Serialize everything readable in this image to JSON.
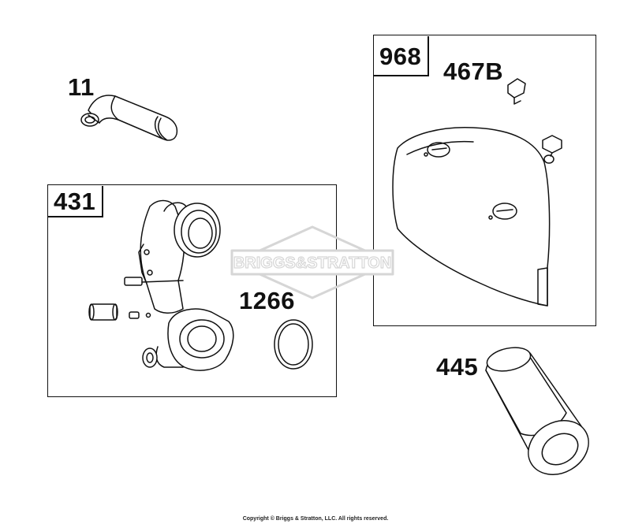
{
  "parts": {
    "p11": "11",
    "p431": "431",
    "p1266": "1266",
    "p968": "968",
    "p467b": "467B",
    "p445": "445"
  },
  "watermark": "BRIGGS&STRATTON",
  "copyright": "Copyright © Briggs & Stratton, LLC. All rights reserved.",
  "colors": {
    "line": "#111111",
    "watermark": "#d6d6d6"
  }
}
